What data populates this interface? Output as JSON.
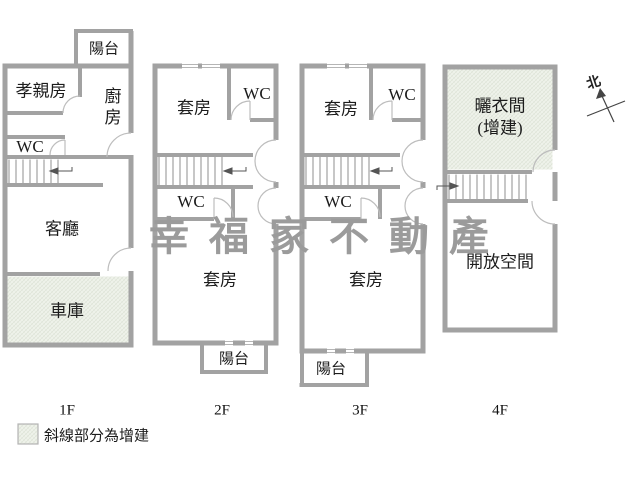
{
  "watermark": "幸福家不動產",
  "compass": {
    "north_label": "北"
  },
  "legend": {
    "note": "斜線部分為增建"
  },
  "colors": {
    "wall": "#a2a2a2",
    "hatch_fill": "#f1f4ed",
    "hatch_line": "#dde3d6",
    "watermark": "#9b9b9b",
    "door_arc": "#bdbdbd"
  },
  "floors": {
    "f1": {
      "name": "1F",
      "balcony": "陽台",
      "parents_room": "孝親房",
      "kitchen": "廚房",
      "wc": "WC",
      "living_room": "客廳",
      "garage": "車庫"
    },
    "f2": {
      "name": "2F",
      "suite_front": "套房",
      "wc_front": "WC",
      "wc_middle": "WC",
      "suite_main": "套房",
      "balcony": "陽台"
    },
    "f3": {
      "name": "3F",
      "suite_front": "套房",
      "wc_front": "WC",
      "wc_middle": "WC",
      "suite_main": "套房",
      "balcony": "陽台"
    },
    "f4": {
      "name": "4F",
      "drying_room": "曬衣間",
      "drying_room_note": "(增建)",
      "open_space": "開放空間"
    }
  }
}
